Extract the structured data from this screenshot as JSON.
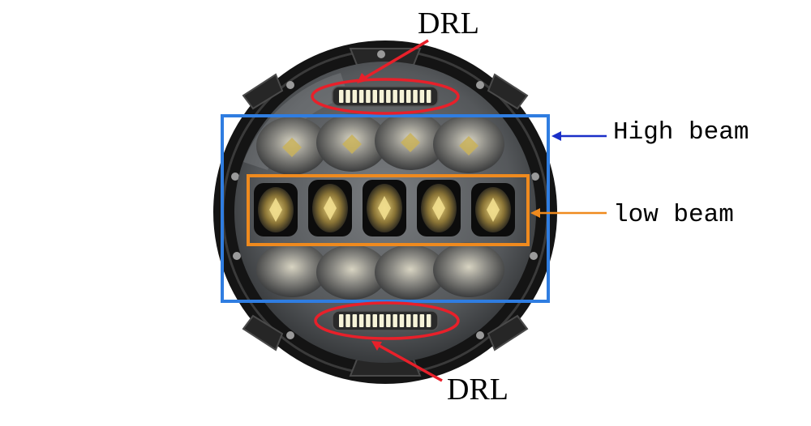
{
  "labels": {
    "drl_top": "DRL",
    "drl_bottom": "DRL",
    "high_beam": "High beam",
    "low_beam": "low beam"
  },
  "colors": {
    "drl_marker": "#e8202a",
    "high_beam_marker": "#2f7de1",
    "high_beam_arrow": "#1a2fc8",
    "low_beam_marker": "#ef8a1e",
    "housing": "#141414",
    "lens": "#5a5d60",
    "led_amber": "#c9a94a",
    "drl_led": "#f6f3d8"
  }
}
